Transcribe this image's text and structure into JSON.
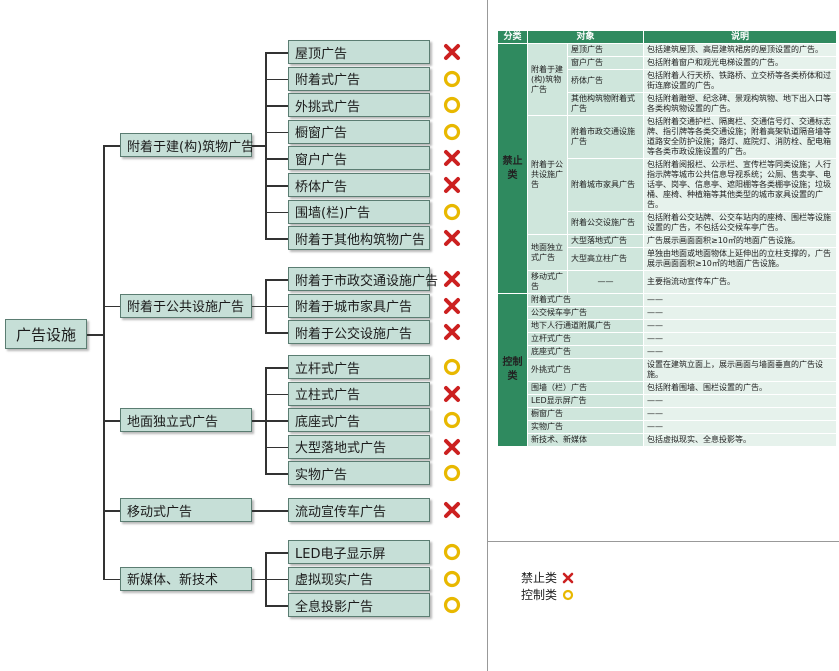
{
  "diagram": {
    "root": "广告设施",
    "groups": [
      {
        "label": "附着于建(构)筑物广告",
        "items": [
          {
            "label": "屋顶广告",
            "mark": "cross"
          },
          {
            "label": "附着式广告",
            "mark": "circle"
          },
          {
            "label": "外挑式广告",
            "mark": "circle"
          },
          {
            "label": "橱窗广告",
            "mark": "circle"
          },
          {
            "label": "窗户广告",
            "mark": "cross"
          },
          {
            "label": "桥体广告",
            "mark": "cross"
          },
          {
            "label": "围墙(栏)广告",
            "mark": "circle"
          },
          {
            "label": "附着于其他构筑物广告",
            "mark": "cross"
          }
        ]
      },
      {
        "label": "附着于公共设施广告",
        "items": [
          {
            "label": "附着于市政交通设施广告",
            "mark": "cross"
          },
          {
            "label": "附着于城市家具广告",
            "mark": "cross"
          },
          {
            "label": "附着于公交设施广告",
            "mark": "cross"
          }
        ]
      },
      {
        "label": "地面独立式广告",
        "items": [
          {
            "label": "立杆式广告",
            "mark": "circle"
          },
          {
            "label": "立柱式广告",
            "mark": "cross"
          },
          {
            "label": "底座式广告",
            "mark": "circle"
          },
          {
            "label": "大型落地式广告",
            "mark": "cross"
          },
          {
            "label": "实物广告",
            "mark": "circle"
          }
        ]
      },
      {
        "label": "移动式广告",
        "items": [
          {
            "label": "流动宣传车广告",
            "mark": "cross"
          }
        ]
      },
      {
        "label": "新媒体、新技术",
        "items": [
          {
            "label": "LED电子显示屏",
            "mark": "circle"
          },
          {
            "label": "虚拟现实广告",
            "mark": "circle"
          },
          {
            "label": "全息投影广告",
            "mark": "circle"
          }
        ]
      }
    ]
  },
  "table": {
    "headers": [
      "分类",
      "对象",
      "说明"
    ],
    "forbidden": {
      "label": "禁止类",
      "groups": [
        {
          "label": "附着于建(构)筑物广告",
          "rows": [
            {
              "object": "屋顶广告",
              "desc": "包括建筑屋顶、高层建筑裙房的屋顶设置的广告。"
            },
            {
              "object": "窗户广告",
              "desc": "包括附着窗户和观光电梯设置的广告。"
            },
            {
              "object": "桥体广告",
              "desc": "包括附着人行天桥、铁路桥、立交桥等各类桥体和过街连廊设置的广告。"
            },
            {
              "object": "其他构筑物附着式广告",
              "desc": "包括附着雕塑、纪念碑、景观构筑物、地下出入口等各类构筑物设置的广告。"
            }
          ]
        },
        {
          "label": "附着于公共设施广告",
          "rows": [
            {
              "object": "附着市政交通设施广告",
              "desc": "包括附着交通护栏、隔离栏、交通信号灯、交通标志牌、指引牌等各类交通设施；附着高架轨道隔音墙等道路安全防护设施；路灯、庭院灯、消防栓、配电箱等各类市政设施设置的广告。"
            },
            {
              "object": "附着城市家具广告",
              "desc": "包括附着阅报栏、公示栏、宣传栏等同类设施；人行指示牌等城市公共信息导视系统；公厕、售卖亭、电话亭、岗亭、信息亭、遮阳棚等各类棚亭设施；垃圾桶、座椅、种植箱等其他类型的城市家具设置的广告。"
            },
            {
              "object": "附着公交设施广告",
              "desc": "包括附着公交站牌、公交车站内的座椅、围栏等设施设置的广告，不包括公交候车亭广告。"
            }
          ]
        },
        {
          "label": "地面独立式广告",
          "rows": [
            {
              "object": "大型落地式广告",
              "desc": "广告展示画面面积≥10㎡的地面广告设施。"
            },
            {
              "object": "大型高立柱广告",
              "desc": "单独由地面或地面物体上延伸出的立柱支撑的，广告展示画面面积≥10㎡的地面广告设施。"
            }
          ]
        },
        {
          "label": "移动式广告",
          "rows": [
            {
              "object": "——",
              "desc": "主要指流动宣传车广告。"
            }
          ]
        }
      ]
    },
    "controlled": {
      "label": "控制类",
      "rows": [
        {
          "object": "附着式广告",
          "desc": "——"
        },
        {
          "object": "公交候车亭广告",
          "desc": "——"
        },
        {
          "object": "地下人行通道附属广告",
          "desc": "——"
        },
        {
          "object": "立杆式广告",
          "desc": "——"
        },
        {
          "object": "底座式广告",
          "desc": "——"
        },
        {
          "object": "外挑式广告",
          "desc": "设置在建筑立面上，展示画面与墙面垂直的广告设施。"
        },
        {
          "object": "围墙（栏）广告",
          "desc": "包括附着围墙、围栏设置的广告。"
        },
        {
          "object": "LED显示屏广告",
          "desc": "——"
        },
        {
          "object": "橱窗广告",
          "desc": "——"
        },
        {
          "object": "实物广告",
          "desc": "——"
        },
        {
          "object": "新技术、新媒体",
          "desc": "包括虚拟现实、全息投影等。"
        }
      ]
    }
  },
  "legend": [
    {
      "label": "禁止类",
      "mark": "cross"
    },
    {
      "label": "控制类",
      "mark": "circle"
    }
  ],
  "colors": {
    "node_fill": "#c6dfd7",
    "node_border": "#5b7d72",
    "cross": "#cc2020",
    "circle": "#e8b800",
    "header": "#2f8a5f"
  }
}
